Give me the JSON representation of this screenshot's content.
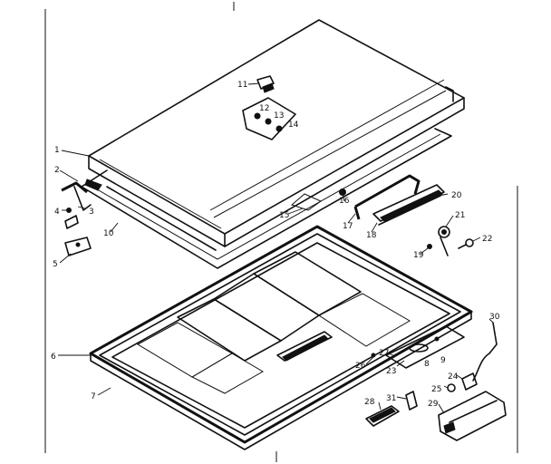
{
  "callouts": {
    "c1": "1",
    "c2": "2",
    "c3": "3",
    "c4": "4",
    "c5": "5",
    "c6": "6",
    "c7": "7",
    "c10": "10",
    "c11": "11",
    "c12": "12",
    "c13": "13",
    "c14": "14",
    "c15": "15",
    "c16": "16",
    "c17": "17",
    "c18": "18",
    "c19": "19",
    "c20": "20",
    "c21": "21",
    "c22": "22",
    "c23": "23",
    "c24": "24",
    "c25": "25",
    "c26": "26",
    "c27": "27",
    "c28": "28",
    "c29": "29",
    "c30": "30",
    "c31": "31",
    "c8": "8",
    "c9": "9"
  }
}
